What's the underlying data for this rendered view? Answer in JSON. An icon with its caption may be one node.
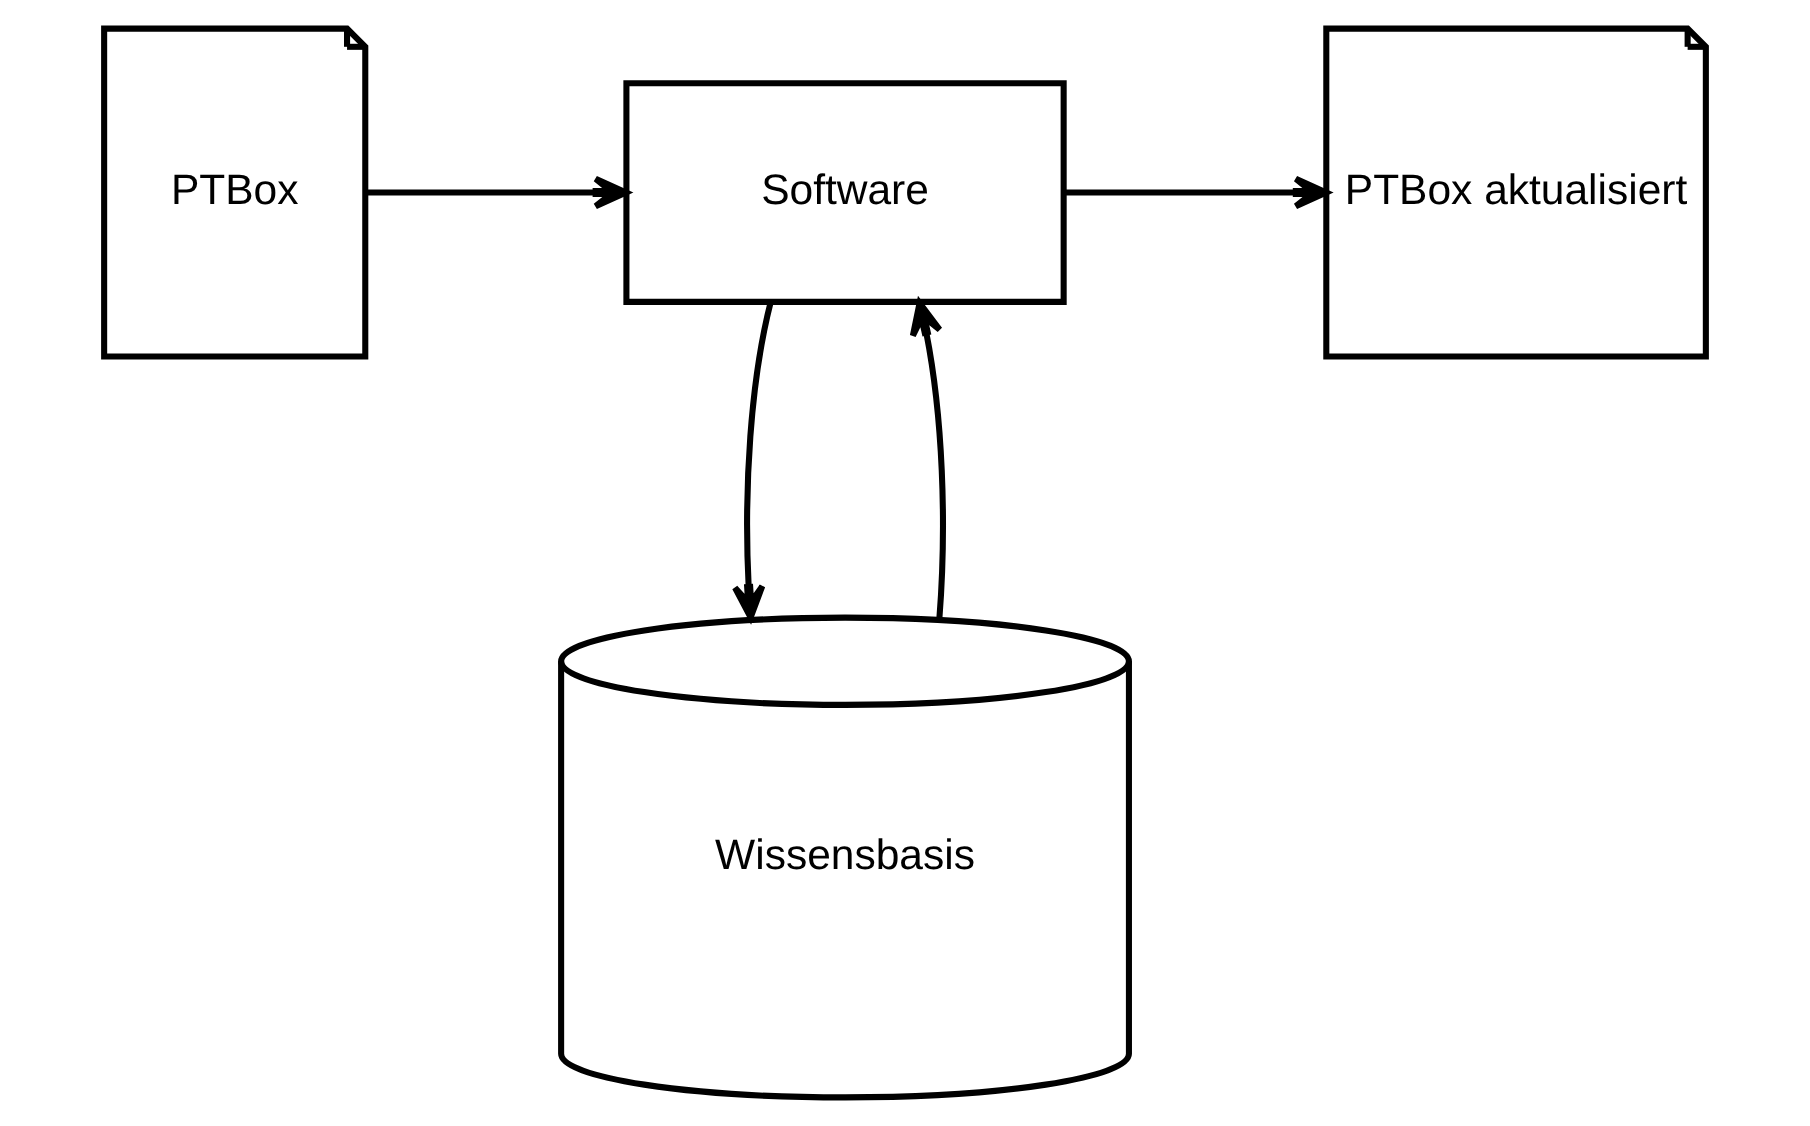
{
  "diagram": {
    "nodes": [
      {
        "text": [
          "PTBox"
        ]
      },
      {
        "text": [
          "Software"
        ]
      },
      {
        "text": [
          "PTBox aktualisiert"
        ]
      },
      {
        "text": [
          "Wissensbasis"
        ]
      }
    ],
    "edges": [
      {
        "from": 0,
        "to": 1,
        "arrow": "to"
      },
      {
        "from": 1,
        "to": 2,
        "arrow": "to"
      },
      {
        "from": 1,
        "to": 3,
        "arrow": "to"
      },
      {
        "from": 3,
        "to": 1,
        "arrow": "to"
      }
    ]
  }
}
